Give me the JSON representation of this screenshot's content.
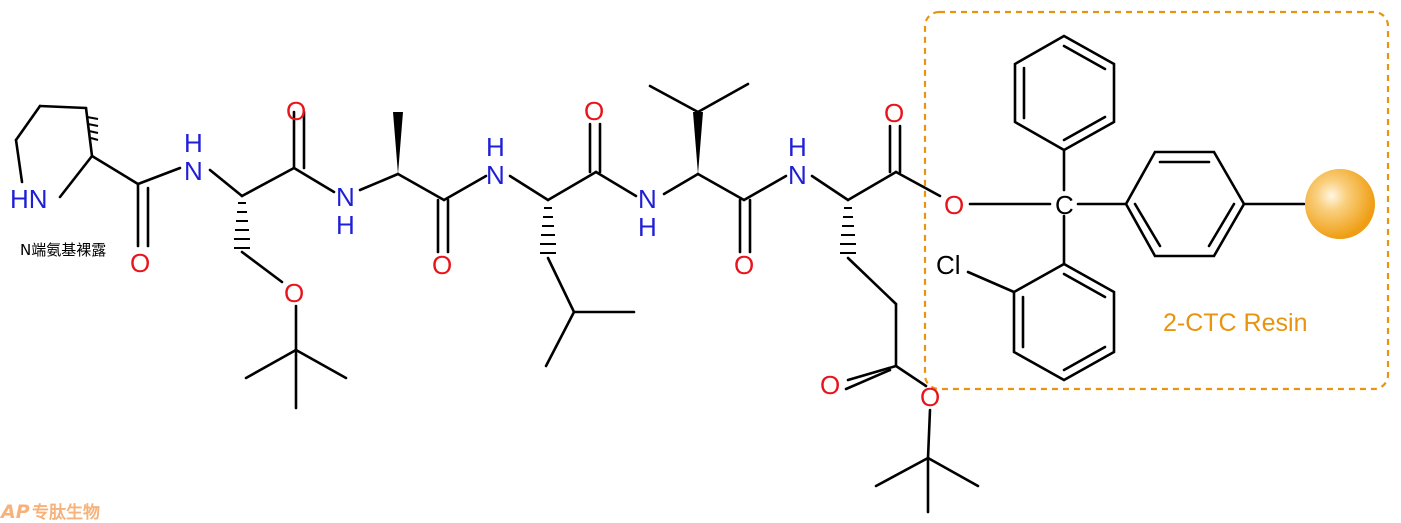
{
  "note_label": "N端氨基裸露",
  "resin_label": "2-CTC Resin",
  "watermark": {
    "logo_letters": "AP",
    "text": "专肽生物"
  },
  "atom_labels": {
    "nh_ring": "HN",
    "nitrogen": "N",
    "hydrogen": "H",
    "oxygen": "O",
    "carbon_center": "C",
    "chlorine": "Cl"
  },
  "colors": {
    "nitrogen": "#1f1fd6",
    "oxygen": "#e8141b",
    "resin_accent": "#e8940f",
    "resin_bead": "#f4a51c",
    "watermark": "#f6b27a",
    "bond": "#000000"
  },
  "residues": [
    "Pro",
    "Ser(tBu)",
    "Ala",
    "Leu",
    "Val",
    "Glu(OtBu)"
  ]
}
